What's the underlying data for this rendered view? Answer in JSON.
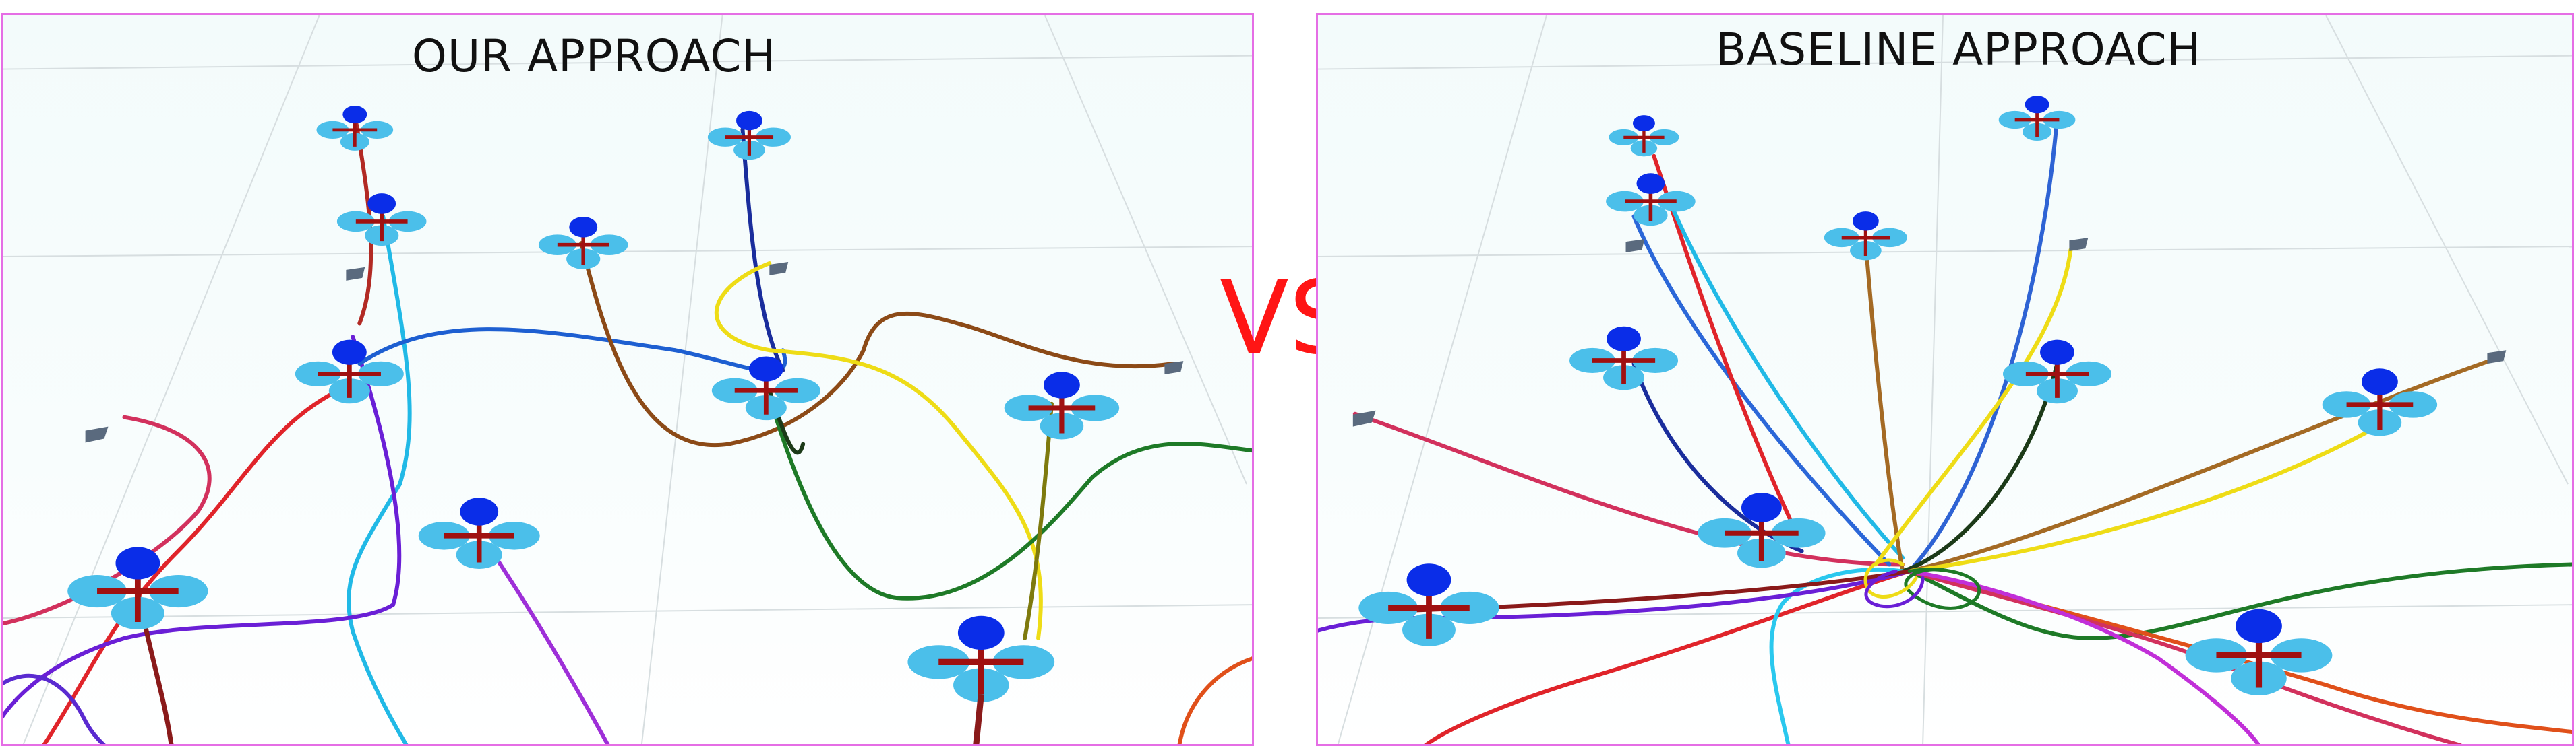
{
  "figure": {
    "left_title": "OUR APPROACH",
    "right_title": "BASELINE APPROACH",
    "vs_label": "VS"
  },
  "colors": {
    "panel_border": "#e56ee5",
    "vs": "#ff1515",
    "rotor": "#4bbfea",
    "drone_body": "#0a2de8",
    "frame": "#a01010",
    "goal_marker": "#5a6a7e"
  },
  "icons": {
    "drone": "quadrotor-icon",
    "goal": "goal-flag-icon"
  }
}
